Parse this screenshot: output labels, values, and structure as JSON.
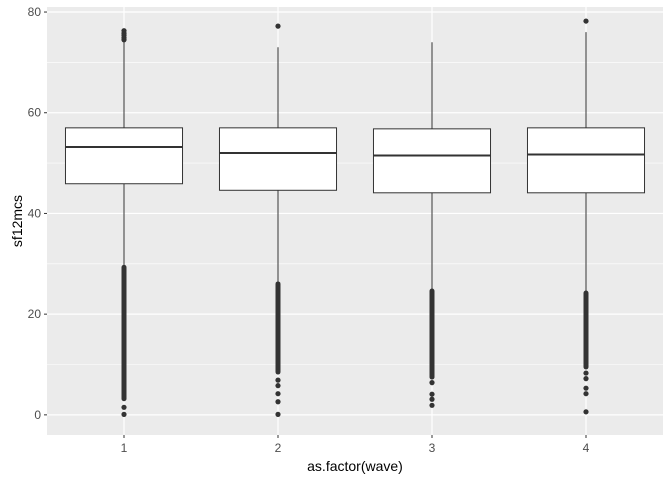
{
  "chart_data": {
    "type": "boxplot",
    "title": "",
    "xlabel": "as.factor(wave)",
    "ylabel": "sf12mcs",
    "categories": [
      "1",
      "2",
      "3",
      "4"
    ],
    "ylim": [
      -4,
      81
    ],
    "y_ticks": [
      0,
      20,
      40,
      60,
      80
    ],
    "grid": true,
    "background": "#ebebeb",
    "gridline_color": "#ffffff",
    "box_fill": "#ffffff",
    "box_stroke": "#333333",
    "boxes": [
      {
        "category": "1",
        "lower_whisker": 29.5,
        "q1": 45.9,
        "median": 53.2,
        "q3": 57.0,
        "upper_whisker": 74.2,
        "outlier_range_low": [
          3.2,
          29.3
        ],
        "outliers": [
          0.1,
          1.5,
          74.5,
          74.9,
          75.4,
          75.8,
          76.3
        ]
      },
      {
        "category": "2",
        "lower_whisker": 26.2,
        "q1": 44.6,
        "median": 52.0,
        "q3": 57.0,
        "upper_whisker": 73.0,
        "outlier_range_low": [
          8.5,
          26.0
        ],
        "outliers": [
          0.1,
          2.6,
          4.2,
          5.8,
          6.9,
          77.2
        ]
      },
      {
        "category": "3",
        "lower_whisker": 24.8,
        "q1": 44.1,
        "median": 51.5,
        "q3": 56.8,
        "upper_whisker": 74.0,
        "outlier_range_low": [
          7.5,
          24.6
        ],
        "outliers": [
          1.9,
          3.1,
          4.1,
          6.4
        ]
      },
      {
        "category": "4",
        "lower_whisker": 24.4,
        "q1": 44.1,
        "median": 51.7,
        "q3": 57.0,
        "upper_whisker": 76.0,
        "outlier_range_low": [
          9.5,
          24.2
        ],
        "outliers": [
          0.6,
          4.2,
          5.3,
          7.2,
          8.3,
          78.2
        ]
      }
    ]
  }
}
